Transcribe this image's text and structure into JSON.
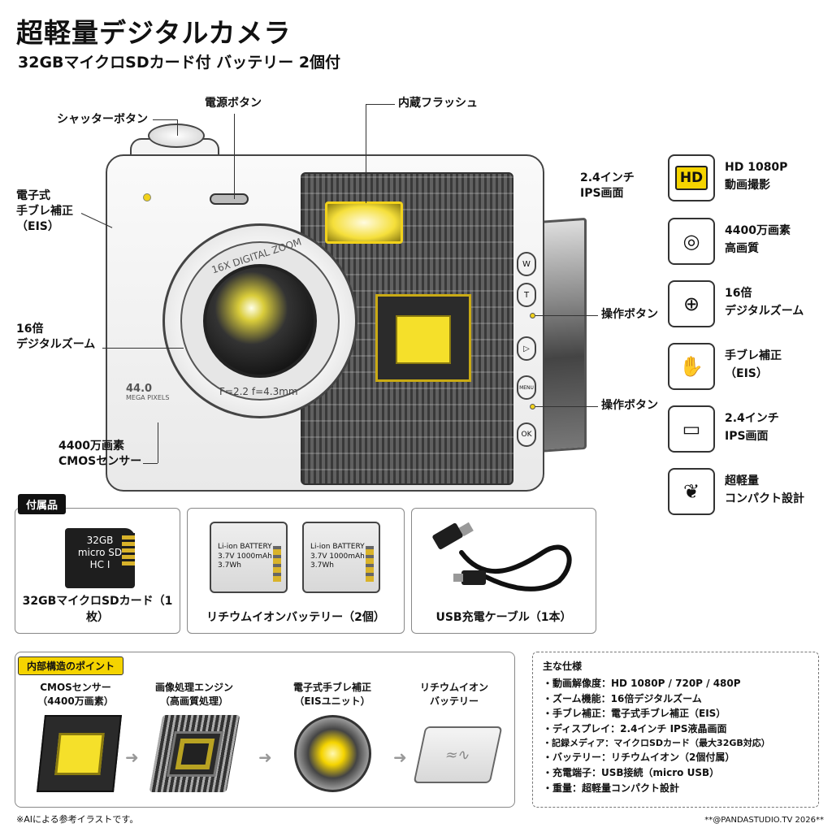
{
  "header": {
    "title": "超軽量デジタルカメラ",
    "subtitle": "32GBマイクロSDカード付 バッテリー 2個付"
  },
  "camera": {
    "lens_ring_text": "16X DIGITAL ZOOM",
    "lens_spec_text": "F=2.2  f=4.3mm",
    "mp_value": "44.0",
    "mp_label": "MEGA PIXELS",
    "side_buttons": [
      "W",
      "T",
      "▷",
      "MENU",
      "OK"
    ]
  },
  "callouts": {
    "shutter": "シャッターボタン",
    "power": "電源ボタン",
    "flash": "内蔵フラッシュ",
    "eis_line1": "電子式",
    "eis_line2": "手ブレ補正",
    "eis_line3": "（EIS）",
    "screen_line1": "2.4インチ",
    "screen_line2": "IPS画面",
    "zoom_line1": "16倍",
    "zoom_line2": "デジタルズーム",
    "ops1": "操作ボタン",
    "ops2": "操作ボタン",
    "sensor_line1": "4400万画素",
    "sensor_line2": "CMOSセンサー"
  },
  "features": [
    {
      "icon": "HD",
      "line1": "HD 1080P",
      "line2": "動画撮影"
    },
    {
      "icon": "◎",
      "line1": "4400万画素",
      "line2": "高画質"
    },
    {
      "icon": "⊕",
      "line1": "16倍",
      "line2": "デジタルズーム"
    },
    {
      "icon": "✋",
      "line1": "手ブレ補正",
      "line2": "（EIS）"
    },
    {
      "icon": "▭",
      "line1": "2.4インチ",
      "line2": "IPS画面"
    },
    {
      "icon": "❦",
      "line1": "超軽量",
      "line2": "コンパクト設計"
    }
  ],
  "accessories": {
    "label": "付属品",
    "sd_caption": "32GBマイクロSDカード（1枚）",
    "sd_text1": "32GB",
    "sd_text2": "micro SD",
    "sd_text3": "HC I",
    "battery_caption": "リチウムイオンバッテリー（2個）",
    "battery_text1": "Li-ion BATTERY",
    "battery_text2": "3.7V 1000mAh",
    "battery_text3": "3.7Wh",
    "cable_caption": "USB充電ケーブル（1本）"
  },
  "structure": {
    "label": "内部構造のポイント",
    "items": [
      {
        "line1": "CMOSセンサー",
        "line2": "（4400万画素）"
      },
      {
        "line1": "画像処理エンジン",
        "line2": "（高画質処理）"
      },
      {
        "line1": "電子式手ブレ補正",
        "line2": "（EISユニット）"
      },
      {
        "line1": "リチウムイオン",
        "line2": "バッテリー"
      }
    ]
  },
  "specs": {
    "title": "主な仕様",
    "lines": [
      "・動画解像度：HD 1080P / 720P / 480P",
      "・ズーム機能：16倍デジタルズーム",
      "・手ブレ補正：電子式手ブレ補正（EIS）",
      "・ディスプレイ：2.4インチ IPS液晶画面",
      "・記録メディア：マイクロSDカード（最大32GB対応）",
      "・バッテリー：リチウムイオン（2個付属）",
      "・充電端子：USB接続（micro USB）",
      "・重量：超軽量コンパクト設計"
    ]
  },
  "footer": {
    "note": "※AIによる参考イラストです。",
    "credit": "**@PANDASTUDIO.TV 2026**"
  }
}
